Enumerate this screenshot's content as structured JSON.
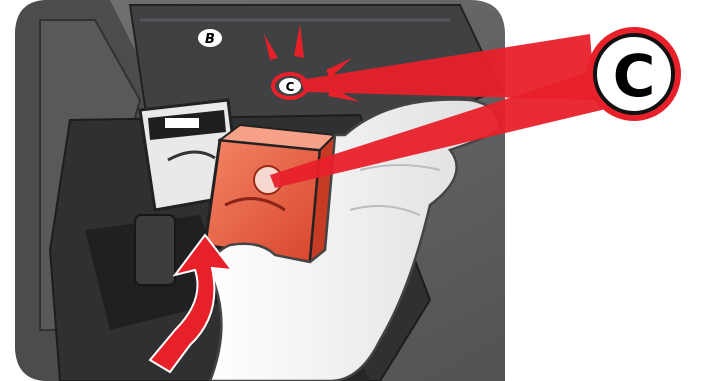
{
  "illustration": {
    "slot_marker_letter": "B",
    "target_marker_letter": "C",
    "callout_letter": "C",
    "colors": {
      "printer_body": "#5f6163",
      "printer_dark": "#3b3d3f",
      "cartridge_black_body": "#e6e6e6",
      "cartridge_color_body": "#ef6a4d",
      "highlight_red": "#e8202a",
      "hand_glove": "#f3f3f3",
      "callout_ring": "#ffffff"
    },
    "icons": {
      "insert_arrow": "arrow-up-curve-icon",
      "flash_marks": "attention-burst-icon"
    }
  }
}
